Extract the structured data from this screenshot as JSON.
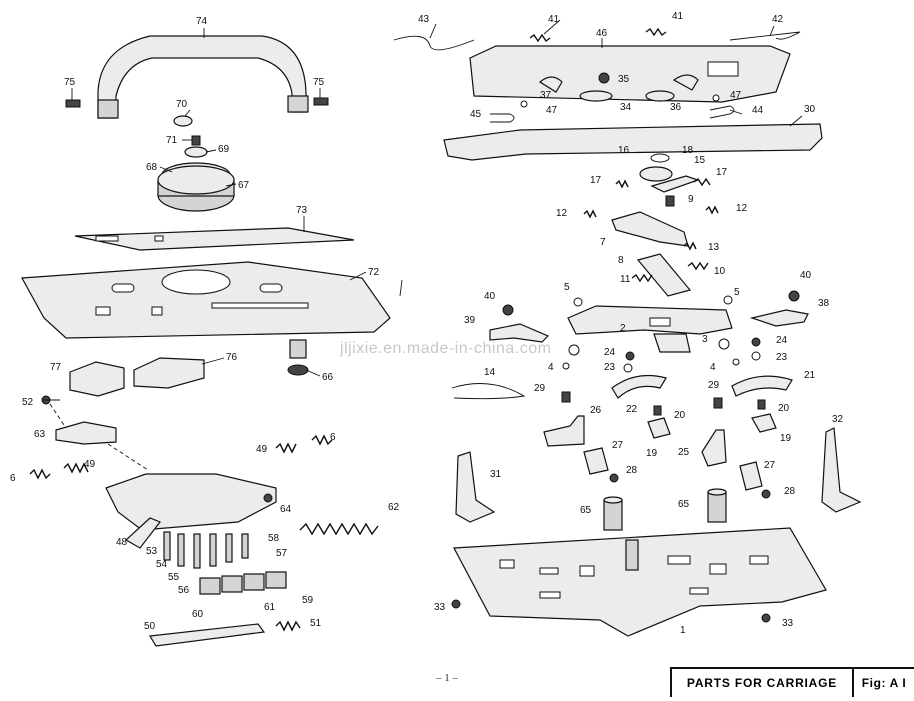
{
  "footer": {
    "title": "PARTS FOR CARRIAGE",
    "fig": "Fig: A I"
  },
  "page_number": "– 1 –",
  "watermark": "jljixie.en.made-in-china.com",
  "callouts": {
    "c1": "1",
    "c2": "2",
    "c3": "3",
    "c4": "4",
    "c4b": "4",
    "c5": "5",
    "c5b": "5",
    "c6": "6",
    "c6b": "6",
    "c7": "7",
    "c8": "8",
    "c9": "9",
    "c10": "10",
    "c11": "11",
    "c12": "12",
    "c12b": "12",
    "c13": "13",
    "c14": "14",
    "c15": "15",
    "c16": "16",
    "c17": "17",
    "c17b": "17",
    "c18": "18",
    "c19": "19",
    "c19b": "19",
    "c20": "20",
    "c20b": "20",
    "c21": "21",
    "c22": "22",
    "c23": "23",
    "c23b": "23",
    "c24": "24",
    "c24b": "24",
    "c25": "25",
    "c26": "26",
    "c27": "27",
    "c27b": "27",
    "c28": "28",
    "c28b": "28",
    "c29": "29",
    "c29b": "29",
    "c30": "30",
    "c31": "31",
    "c32": "32",
    "c33": "33",
    "c33b": "33",
    "c34": "34",
    "c35": "35",
    "c36": "36",
    "c37": "37",
    "c38": "38",
    "c39": "39",
    "c40": "40",
    "c40b": "40",
    "c41": "41",
    "c41b": "41",
    "c42": "42",
    "c43": "43",
    "c44": "44",
    "c45": "45",
    "c46": "46",
    "c47": "47",
    "c47b": "47",
    "c48": "48",
    "c49": "49",
    "c49b": "49",
    "c50": "50",
    "c51": "51",
    "c52": "52",
    "c53": "53",
    "c54": "54",
    "c55": "55",
    "c56": "56",
    "c57": "57",
    "c58": "58",
    "c59": "59",
    "c60": "60",
    "c61": "61",
    "c62": "62",
    "c63": "63",
    "c64": "64",
    "c65": "65",
    "c65b": "65",
    "c66": "66",
    "c67": "67",
    "c68": "68",
    "c69": "69",
    "c70": "70",
    "c71": "71",
    "c72": "72",
    "c73": "73",
    "c74": "74",
    "c75": "75",
    "c75b": "75",
    "c76": "76",
    "c77": "77"
  }
}
